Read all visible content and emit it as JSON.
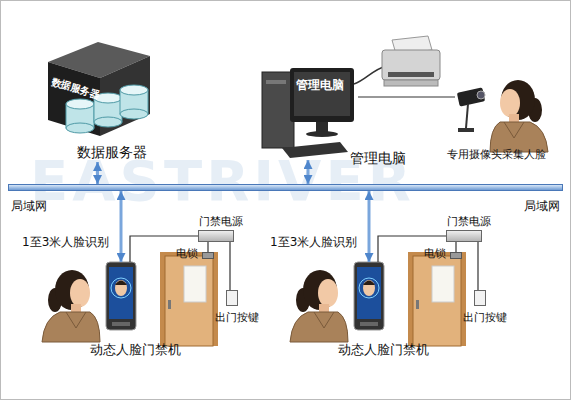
{
  "diagram": {
    "nodes": [
      {
        "text": [
          "数据服务器",
          "数据服务器"
        ]
      },
      {
        "text": [
          "管理电脑",
          "管理电脑"
        ]
      },
      {
        "text": [
          "专用摄像头采集人脸"
        ]
      },
      {
        "text": [
          "局域网",
          "局域网"
        ]
      },
      {
        "text": [
          "动态人脸门禁机"
        ]
      },
      {
        "text": [
          "门禁电源"
        ]
      },
      {
        "text": [
          "电锁"
        ]
      },
      {
        "text": [
          "出门按键"
        ]
      },
      {
        "text": [
          "动态人脸门禁机"
        ]
      },
      {
        "text": [
          "门禁电源"
        ]
      },
      {
        "text": [
          "电锁"
        ]
      },
      {
        "text": [
          "出门按键"
        ]
      }
    ],
    "edges": [
      {
        "from": 0,
        "to": 3,
        "arrow": "both"
      },
      {
        "from": 1,
        "to": 3,
        "arrow": "both"
      },
      {
        "from": 1,
        "to": 2,
        "arrow": "none"
      },
      {
        "from": 3,
        "to": 4,
        "arrow": "both"
      },
      {
        "from": 3,
        "to": 8,
        "arrow": "both"
      },
      {
        "from": 4,
        "to": 5,
        "arrow": "none"
      },
      {
        "from": 5,
        "to": 6,
        "arrow": "none"
      },
      {
        "from": 5,
        "to": 7,
        "arrow": "none"
      },
      {
        "from": 8,
        "to": 9,
        "arrow": "none"
      },
      {
        "from": 9,
        "to": 10,
        "arrow": "none"
      },
      {
        "from": 9,
        "to": 11,
        "arrow": "none"
      }
    ],
    "labels": [
      "1至3米人脸识别",
      "1至3米人脸识别",
      "EASTRIVER"
    ]
  }
}
